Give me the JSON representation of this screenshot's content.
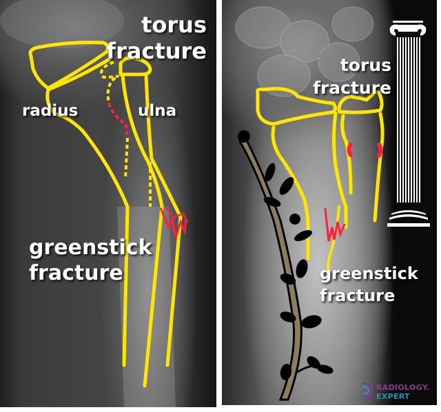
{
  "left_panel": {
    "labels": {
      "torus_line1": "torus",
      "torus_line2": "fracture",
      "radius": "radius",
      "ulna": "ulna",
      "greenstick_line1": "greenstick",
      "greenstick_line2": "fracture"
    }
  },
  "right_panel": {
    "labels": {
      "torus_line1": "torus",
      "torus_line2": "fracture",
      "greenstick_line1": "greenstick",
      "greenstick_line2": "fracture"
    },
    "icons": [
      "greek-column-icon",
      "branch-twig-icon"
    ]
  },
  "logo": {
    "line1": "RADIOLOGY.",
    "line2": "EXPERT"
  },
  "colors": {
    "outline": "#ffe600",
    "fracture": "#ff1f3d",
    "label_text": "#ffffff",
    "logo_line1": "#8a3a8c",
    "logo_line2": "#2a8fa8",
    "twig_fill": "#8c7d5c"
  }
}
